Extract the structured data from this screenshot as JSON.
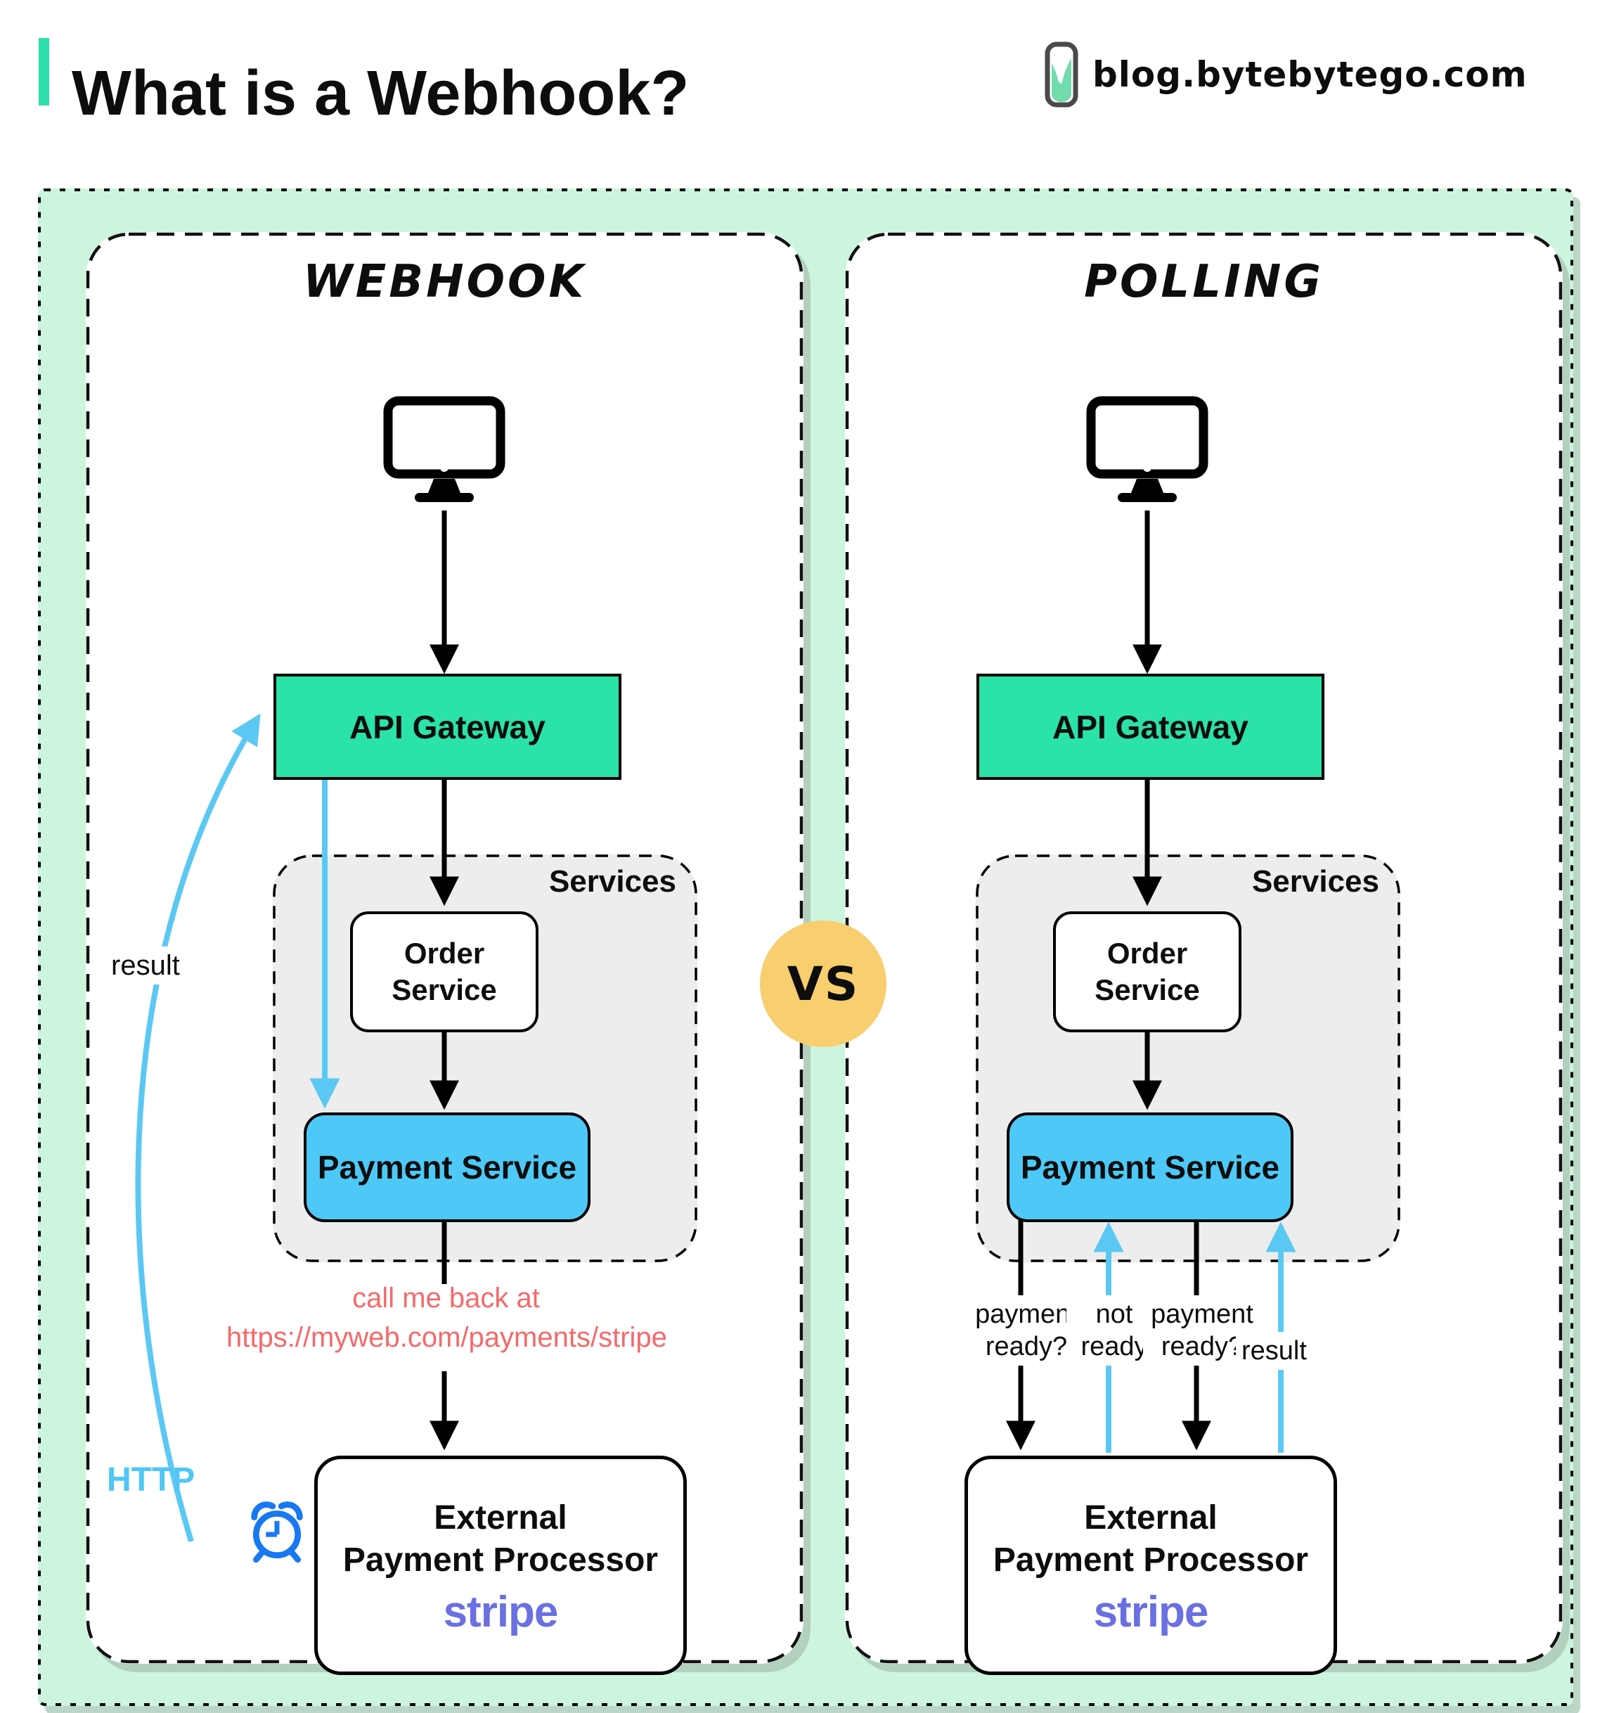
{
  "header": {
    "title": "What is a Webhook?",
    "site": "blog.bytebytego.com",
    "accent_color": "#2EDFAC",
    "logo_icon": "bytebytego-logo"
  },
  "vs": {
    "label": "VS",
    "bg_color": "#F8CE6E"
  },
  "colors": {
    "canvas_bg": "#CDF5DE",
    "panel_bg": "#FFFFFF",
    "gateway_bg": "#2BE2A9",
    "payment_bg": "#4EC9F7",
    "services_bg": "#EDEDED",
    "arrow_black": "#000000",
    "arrow_blue": "#5BC8F3",
    "callback_red": "#F5696B",
    "stripe_purple": "#6A6FE2",
    "clock_blue": "#1778F2",
    "http_blue": "#4FC6F5"
  },
  "webhook_panel": {
    "title": "Webhook",
    "computer_icon": "desktop-computer-icon",
    "gateway_label": "API Gateway",
    "services_label": "Services",
    "order_label": "Order Service",
    "payment_label": "Payment Service",
    "callback_line1": "call me back at",
    "callback_line2": "https://myweb.com/payments/stripe",
    "result_label": "result",
    "http_label": "HTTP",
    "clock_icon": "alarm-clock-icon",
    "external_line1": "External",
    "external_line2": "Payment Processor",
    "external_brand": "stripe"
  },
  "polling_panel": {
    "title": "Polling",
    "computer_icon": "desktop-computer-icon",
    "gateway_label": "API Gateway",
    "services_label": "Services",
    "order_label": "Order Service",
    "payment_label": "Payment Service",
    "labels": {
      "query1": "payment ready?",
      "response1": "not ready",
      "query2": "payment ready?",
      "response2": "result"
    },
    "external_line1": "External",
    "external_line2": "Payment Processor",
    "external_brand": "stripe"
  }
}
